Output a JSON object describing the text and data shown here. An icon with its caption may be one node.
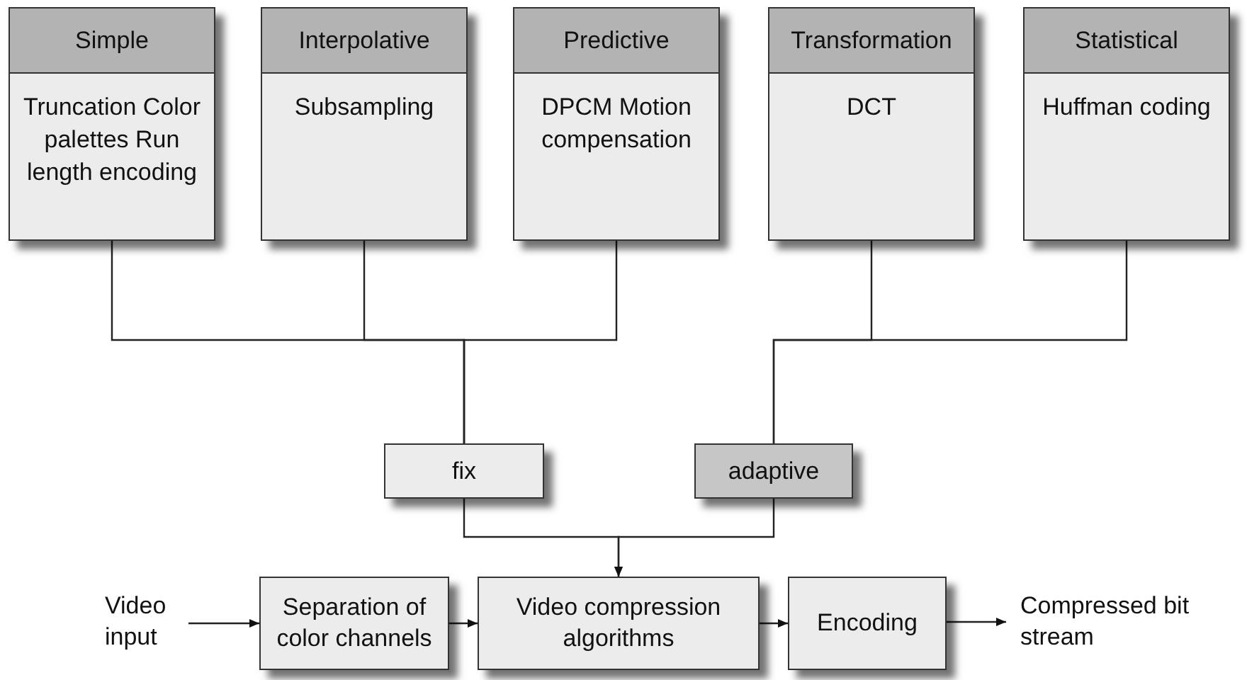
{
  "diagram": {
    "nodes": [
      {
        "text": [
          "Simple",
          "Truncation Color palettes Run length encoding"
        ]
      },
      {
        "text": [
          "Interpolative",
          "Subsampling"
        ]
      },
      {
        "text": [
          "Predictive",
          "DPCM Motion compensation"
        ]
      },
      {
        "text": [
          "Transformation",
          "DCT"
        ]
      },
      {
        "text": [
          "Statistical",
          "Huffman coding"
        ]
      },
      {
        "text": [
          "fix"
        ]
      },
      {
        "text": [
          "adaptive"
        ]
      },
      {
        "text": [
          "Video input"
        ]
      },
      {
        "text": [
          "Separation of color channels"
        ]
      },
      {
        "text": [
          "Video compression algorithms"
        ]
      },
      {
        "text": [
          "Encoding"
        ]
      },
      {
        "text": [
          "Compressed bit stream"
        ]
      }
    ],
    "edges": [
      {
        "from": 0,
        "to": 5,
        "arrow": "none"
      },
      {
        "from": 1,
        "to": 5,
        "arrow": "none"
      },
      {
        "from": 2,
        "to": 5,
        "arrow": "none"
      },
      {
        "from": 3,
        "to": 6,
        "arrow": "none"
      },
      {
        "from": 4,
        "to": 6,
        "arrow": "none"
      },
      {
        "from": 5,
        "to": 9,
        "arrow": "to"
      },
      {
        "from": 6,
        "to": 9,
        "arrow": "to"
      },
      {
        "from": 7,
        "to": 8,
        "arrow": "to"
      },
      {
        "from": 8,
        "to": 9,
        "arrow": "to"
      },
      {
        "from": 9,
        "to": 10,
        "arrow": "to"
      },
      {
        "from": 10,
        "to": 11,
        "arrow": "to"
      }
    ]
  }
}
